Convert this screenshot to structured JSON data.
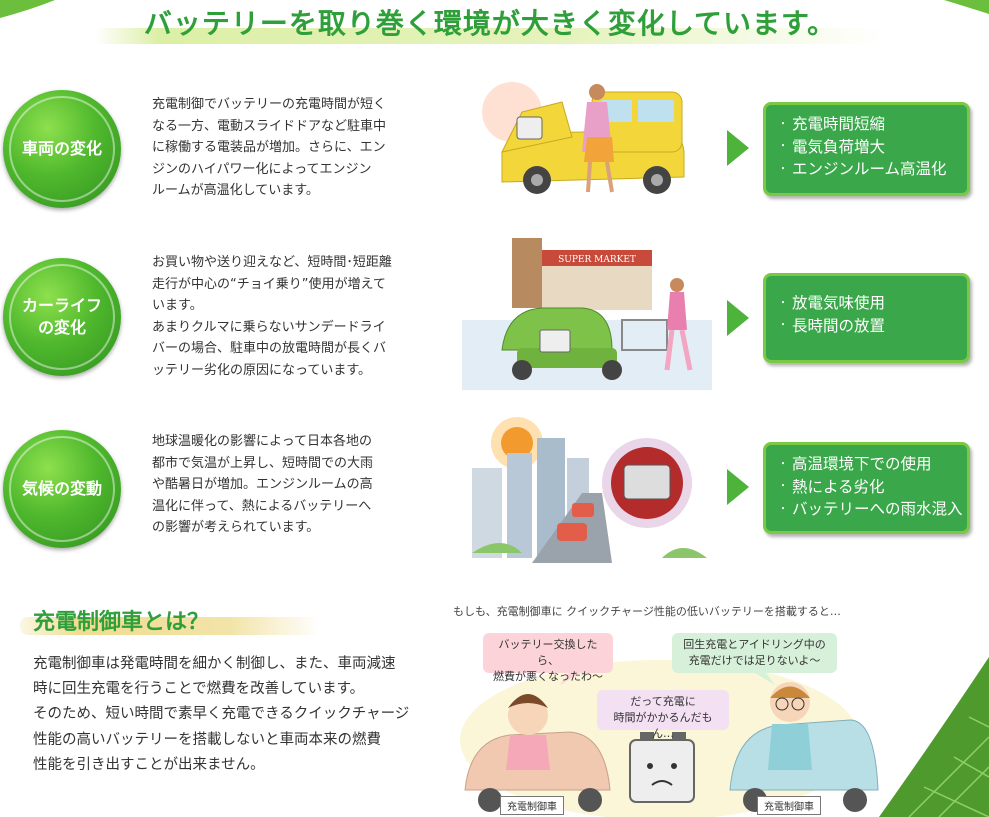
{
  "title": "バッテリーを取り巻く環境が大きく変化しています。",
  "rows": [
    {
      "badge": "車両の変化",
      "description": "充電制御でバッテリーの充電時間が短く\nなる一方、電動スライドドアなど駐車中\nに稼働する電装品が増加。さらに、エン\nジンのハイパワー化によってエンジン\nルームが高温化しています。",
      "points": [
        "充電時間短縮",
        "電気負荷増大",
        "エンジンルーム高温化"
      ]
    },
    {
      "badge": "カーライフ\nの変化",
      "description": "お買い物や送り迎えなど、短時間･短距離\n走行が中心の“チョイ乗り”使用が増えて\nいます。\nあまりクルマに乗らないサンデードライ\nバーの場合、駐車中の放電時間が長くバ\nッテリー劣化の原因になっています。",
      "points": [
        "放電気味使用",
        "長時間の放置"
      ],
      "sign": "SUPER MARKET"
    },
    {
      "badge": "気候の変動",
      "description": "地球温暖化の影響によって日本各地の\n都市で気温が上昇し、短時間での大雨\nや酷暑日が増加。エンジンルームの高\n温化に伴って、熱によるバッテリーへ\nの影響が考えられています。",
      "points": [
        "高温環境下での使用",
        "熱による劣化",
        "バッテリーへの雨水混入"
      ]
    }
  ],
  "bullet": "・",
  "section": {
    "title": "充電制御車とは？",
    "body": "充電制御車は発電時間を細かく制御し、また、車両減速\n時に回生充電を行うことで燃費を改善しています。\nそのため、短い時間で素早く充電できるクイックチャージ\n性能の高いバッテリーを搭載しないと車両本来の燃費\n性能を引き出すことが出来ません。"
  },
  "illustration": {
    "caption": "もしも、充電制御車に クイックチャージ性能の低いバッテリーを搭載すると…",
    "bubble_left": "バッテリー交換したら、\n燃費が悪くなったわ〜",
    "bubble_right": "回生充電とアイドリング中の\n充電だけでは足りないよ〜",
    "bubble_center": "だって充電に\n時間がかかるんだもん…",
    "car_label_left": "充電制御車",
    "car_label_right": "充電制御車"
  },
  "colors": {
    "accent_green": "#2f9f3a",
    "box_green": "#3aa84a",
    "arrow_green": "#4eb33a"
  }
}
